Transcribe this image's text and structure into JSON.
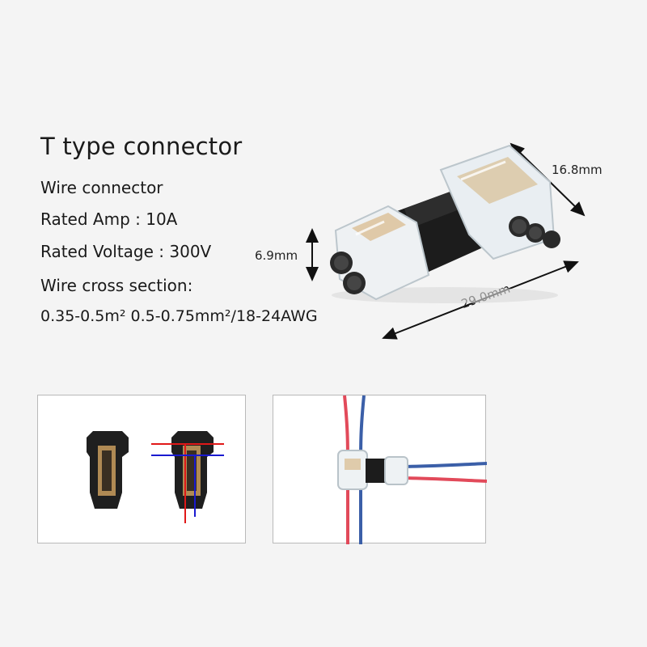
{
  "spec": {
    "title": "T type connector",
    "lines": [
      "Wire connector",
      "Rated Amp : 10A",
      "Rated Voltage : 300V",
      "Wire cross section:",
      "0.35-0.5m²  0.5-0.75mm²/18-24AWG"
    ]
  },
  "dimensions": {
    "width": "16.8mm",
    "height": "6.9mm",
    "length": "29.0mm"
  },
  "colors": {
    "wire_red": "#e24a5a",
    "wire_blue": "#3b5fa8",
    "diagram_red": "#e01818",
    "diagram_blue": "#1a1ad0",
    "connector_black": "#1c1c1c"
  }
}
